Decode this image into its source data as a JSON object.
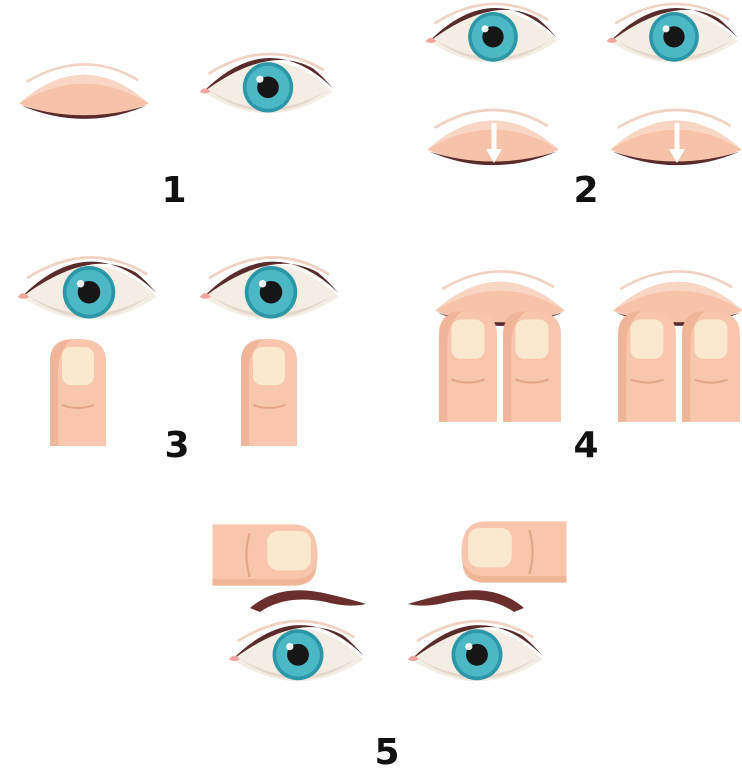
{
  "steps": [
    {
      "number": "1",
      "content": [
        "closed-eye",
        "open-eye"
      ]
    },
    {
      "number": "2",
      "content": [
        "open-eyes",
        "closed-eyes-with-down-arrows"
      ]
    },
    {
      "number": "3",
      "content": [
        "open-eyes",
        "fingertips-below-eyes"
      ]
    },
    {
      "number": "4",
      "content": [
        "two-fingertips-pressing-each-closed-eyelid"
      ]
    },
    {
      "number": "5",
      "content": [
        "fingertips-on-eyebrows",
        "eyebrows",
        "open-eyes"
      ]
    }
  ],
  "colors": {
    "iris": "#4cb8c4",
    "iris_ring": "#2c97a6",
    "pupil": "#161616",
    "eye_white": "#f3ede4",
    "lid_skin": "#f6c2aa",
    "lid_shadow": "#e8a890",
    "lash_line": "#5a2b2b",
    "brow": "#6a2f2d",
    "skin": "#f7c6ad",
    "skin_shade": "#eba888",
    "nail": "#fbe9cf",
    "arrow": "#ffffff",
    "label": "#111111"
  }
}
